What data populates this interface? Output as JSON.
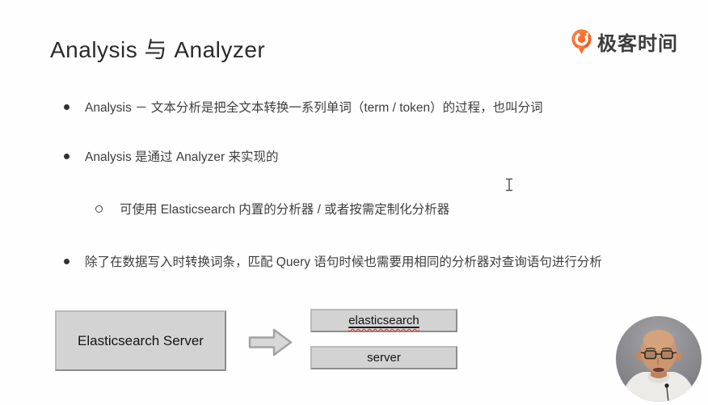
{
  "slide": {
    "title": "Analysis 与 Analyzer",
    "logo": {
      "text": "极客时间",
      "icon_name": "geektime-pin-icon",
      "icon_color": "#f4511e",
      "text_color": "#3d3d3d"
    },
    "bullets": [
      {
        "level": 1,
        "text": "Analysis － 文本分析是把全文本转换一系列单词（term / token）的过程，也叫分词"
      },
      {
        "level": 1,
        "text": "Analysis 是通过 Analyzer 来实现的"
      },
      {
        "level": 2,
        "text": "可使用 Elasticsearch 内置的分析器 / 或者按需定制化分析器"
      },
      {
        "level": 1,
        "text": "除了在数据写入时转换词条，匹配 Query 语句时候也需要用相同的分析器对查询语句进行分析"
      }
    ],
    "diagram": {
      "server_box_label": "Elasticsearch Server",
      "arrow_icon": "right-block-arrow-icon",
      "tokens": [
        "elasticsearch",
        "server"
      ],
      "box_fill": "#d3d3d3",
      "box_border": "#8d8d8d",
      "spellcheck_wavy_color": "#d93025"
    },
    "cursor_icon": "text-ibeam-cursor",
    "webcam_icon": "presenter-avatar"
  }
}
